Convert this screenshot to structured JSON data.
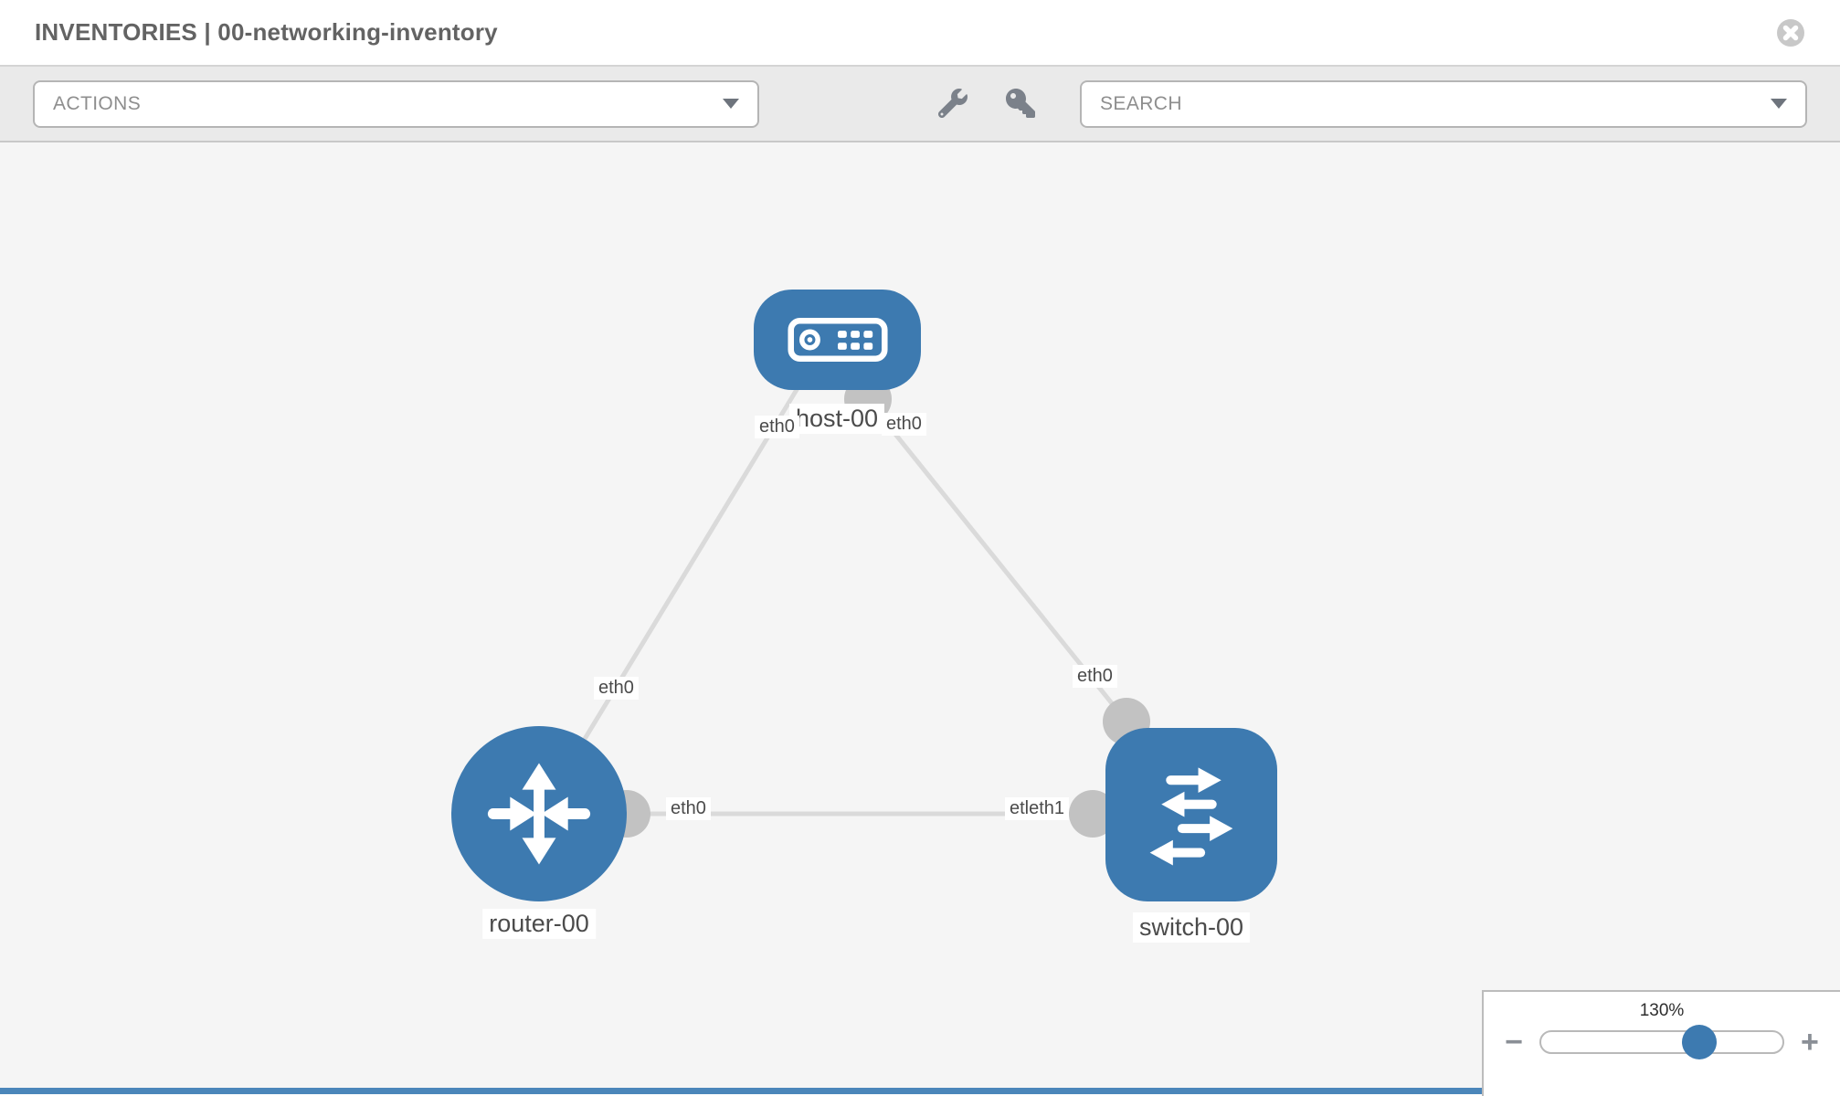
{
  "header": {
    "title": "INVENTORIES | 00-networking-inventory"
  },
  "toolbar": {
    "actions_label": "ACTIONS",
    "search_placeholder": "SEARCH"
  },
  "topology": {
    "nodes": {
      "host": {
        "label": "host-00",
        "type": "host"
      },
      "router": {
        "label": "router-00",
        "type": "router"
      },
      "switch": {
        "label": "switch-00",
        "type": "switch"
      }
    },
    "links": [
      {
        "from": "host-00",
        "to": "router-00"
      },
      {
        "from": "host-00",
        "to": "switch-00"
      },
      {
        "from": "router-00",
        "to": "switch-00"
      }
    ],
    "interface_labels": {
      "host_left": "eth0",
      "host_right": "eth0",
      "link_host_router": "eth0",
      "link_host_switch": "eth0",
      "router_right": "eth0",
      "switch_left": "etleth1"
    }
  },
  "zoom_control": {
    "level": "130%",
    "minus": "−",
    "plus": "+"
  },
  "colors": {
    "node_blue": "#3d7ab0",
    "link_gray": "#dadada",
    "port_gray": "#c2c2c2",
    "canvas_bg": "#f5f5f5",
    "toolbar_bg": "#eaeaea"
  }
}
